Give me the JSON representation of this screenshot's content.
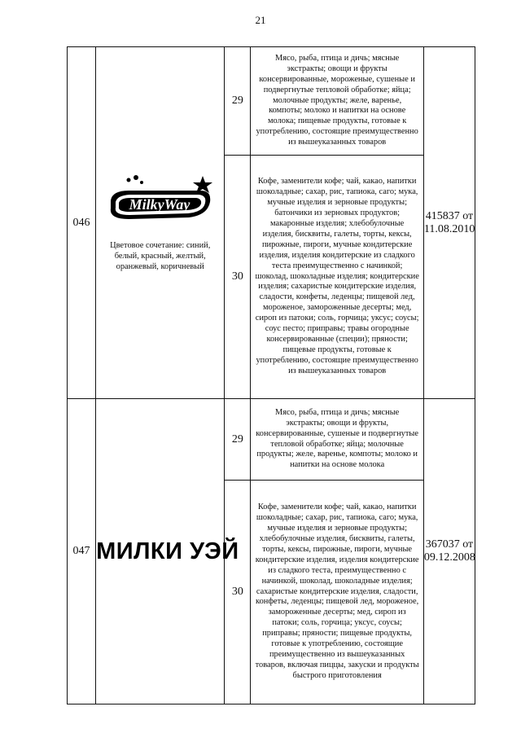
{
  "page_number": "21",
  "rows": [
    {
      "number": "046",
      "mark_logo_text": "MilkyWay",
      "mark_caption": "Цветовое сочетание: синий, белый, красный, желтый, оранжевый, коричневый",
      "registration_line1": "415837 от",
      "registration_line2": "11.08.2010",
      "classes": [
        {
          "class": "29",
          "goods": "Мясо, рыба, птица и дичь; мясные экстракты; овощи и фрукты консервированные, мороженые, сушеные и подвергнутые тепловой обработке; яйца; молочные продукты; желе, варенье, компоты; молоко и напитки на основе молока; пищевые продукты, готовые к употреблению, состоящие преимущественно из вышеуказанных товаров"
        },
        {
          "class": "30",
          "goods": "Кофе, заменители кофе; чай, какао, напитки шоколадные; сахар, рис, тапиока, саго; мука, мучные изделия и зерновые продукты; батончики из зерновых продуктов; макаронные изделия; хлебобулочные изделия, бисквиты, галеты, торты, кексы, пирожные, пироги, мучные кондитерские изделия, изделия кондитерские из сладкого теста преимущественно с начинкой; шоколад, шоколадные изделия; кондитерские изделия; сахаристые кондитерские изделия, сладости, конфеты, леденцы; пищевой лед, мороженое, замороженные десерты; мед, сироп из патоки; соль, горчица; уксус; соусы; соус песто; приправы; травы огородные консервированные (специи); пряности; пищевые продукты, готовые к употреблению, состоящие преимущественно из вышеуказанных товаров"
        }
      ]
    },
    {
      "number": "047",
      "mark_text": "МИЛКИ УЭЙ",
      "registration_line1": "367037 от",
      "registration_line2": "09.12.2008",
      "classes": [
        {
          "class": "29",
          "goods": "Мясо, рыба, птица и дичь; мясные экстракты; овощи и фрукты, консервированные, сушеные и подвергнутые тепловой обработке; яйца; молочные продукты; желе, варенье, компоты; молоко и напитки на основе молока"
        },
        {
          "class": "30",
          "goods": "Кофе, заменители кофе; чай, какао, напитки шоколадные; сахар, рис, тапиока, саго; мука, мучные изделия и зерновые продукты; хлебобулочные изделия, бисквиты, галеты, торты, кексы, пирожные, пироги, мучные кондитерские изделия, изделия кондитерские из сладкого теста, преимущественно с начинкой, шоколад, шоколадные изделия; сахаристые кондитерские изделия, сладости, конфеты, леденцы; пищевой лед, мороженое, замороженные десерты; мед, сироп из патоки; соль, горчица; уксус, соусы; приправы; пряности; пищевые продукты, готовые к употреблению, состоящие преимущественно из вышеуказанных товаров, включая пиццы, закуски и продукты быстрого приготовления"
        }
      ]
    }
  ]
}
